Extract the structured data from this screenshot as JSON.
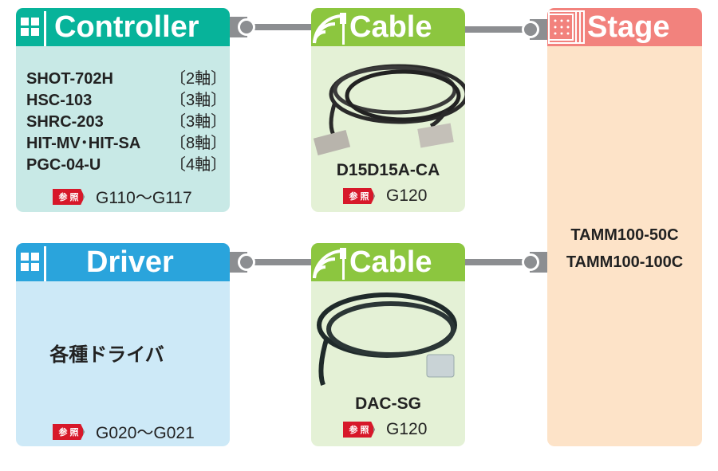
{
  "controller": {
    "title": "Controller",
    "items": [
      {
        "model": "SHOT-702H",
        "axes": "〔2軸〕"
      },
      {
        "model": "HSC-103",
        "axes": "〔3軸〕"
      },
      {
        "model": "SHRC-203",
        "axes": "〔3軸〕"
      },
      {
        "model": "HIT-MV･HIT-SA",
        "axes": "〔8軸〕"
      },
      {
        "model": "PGC-04-U",
        "axes": "〔4軸〕"
      }
    ],
    "ref_tag": "参 照",
    "ref": "G110〜G117"
  },
  "cable1": {
    "title": "Cable",
    "name": "D15D15A-CA",
    "ref_tag": "参 照",
    "ref": "G120"
  },
  "driver": {
    "title": "Driver",
    "text": "各種ドライバ",
    "ref_tag": "参 照",
    "ref": "G020〜G021"
  },
  "cable2": {
    "title": "Cable",
    "name": "DAC-SG",
    "ref_tag": "参 照",
    "ref": "G120"
  },
  "stage": {
    "title": "Stage",
    "models": [
      "TAMM100-50C",
      "TAMM100-100C"
    ]
  },
  "colors": {
    "controller": "#07b39a",
    "cable": "#8cc63f",
    "stage": "#f2827d",
    "driver": "#2aa4dc"
  }
}
